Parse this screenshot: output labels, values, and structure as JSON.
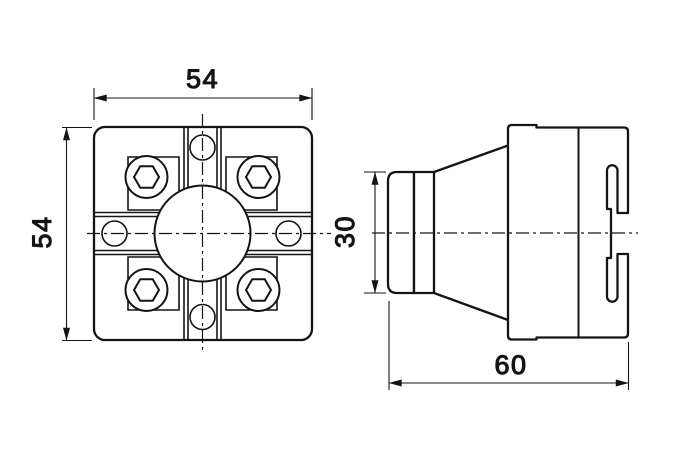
{
  "drawing": {
    "background": "#ffffff",
    "line_color": "#141414",
    "views": {
      "front": {
        "label": "front-view",
        "dimensions": {
          "width": "54",
          "height": "54"
        }
      },
      "side": {
        "label": "side-view",
        "dimensions": {
          "diameter": "30",
          "length": "60"
        }
      }
    }
  }
}
